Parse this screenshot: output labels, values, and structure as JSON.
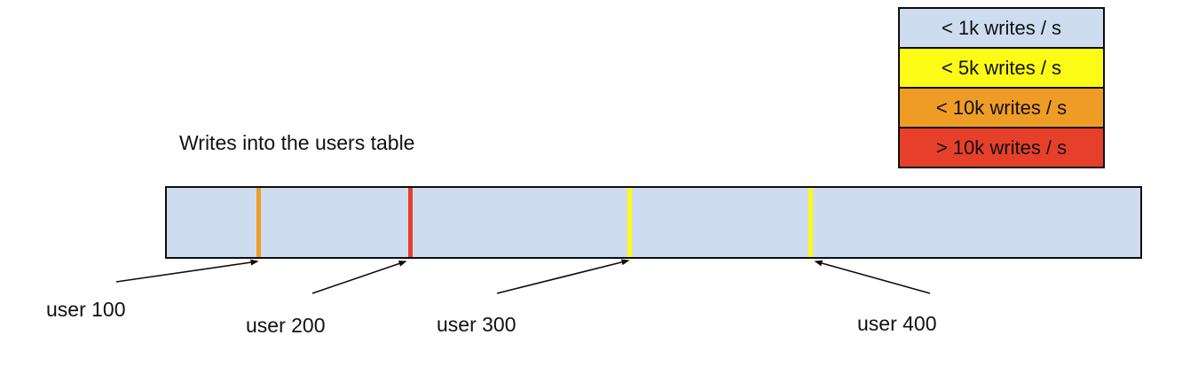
{
  "title": "Writes into the users table",
  "colors": {
    "bar_fill": "#cedcf0",
    "outline": "#0d0d0d",
    "lt_1k_blue": "#cedcf0",
    "lt_5k_yellow": "#fbfb16",
    "lt_10k_orange": "#ef9c27",
    "gt_10k_red": "#e6402a"
  },
  "legend": {
    "items": [
      {
        "label": "< 1k writes / s",
        "color": "#cedcf0"
      },
      {
        "label": "< 5k writes / s",
        "color": "#fbfb16"
      },
      {
        "label": "< 10k writes / s",
        "color": "#ef9c27"
      },
      {
        "label": "> 10k writes / s",
        "color": "#e6402a"
      }
    ]
  },
  "bar": {
    "fill": "#cedcf0",
    "markers": [
      {
        "user": "user 100",
        "color": "#ef9c27",
        "write_rate": "< 10k writes / s",
        "position_pct": 9.6
      },
      {
        "user": "user 200",
        "color": "#e6402a",
        "write_rate": "> 10k writes / s",
        "position_pct": 25.1
      },
      {
        "user": "user 300",
        "color": "#fbfb16",
        "write_rate": "< 5k writes / s",
        "position_pct": 47.6
      },
      {
        "user": "user 400",
        "color": "#fbfb16",
        "write_rate": "< 5k writes / s",
        "position_pct": 66.1
      }
    ]
  }
}
